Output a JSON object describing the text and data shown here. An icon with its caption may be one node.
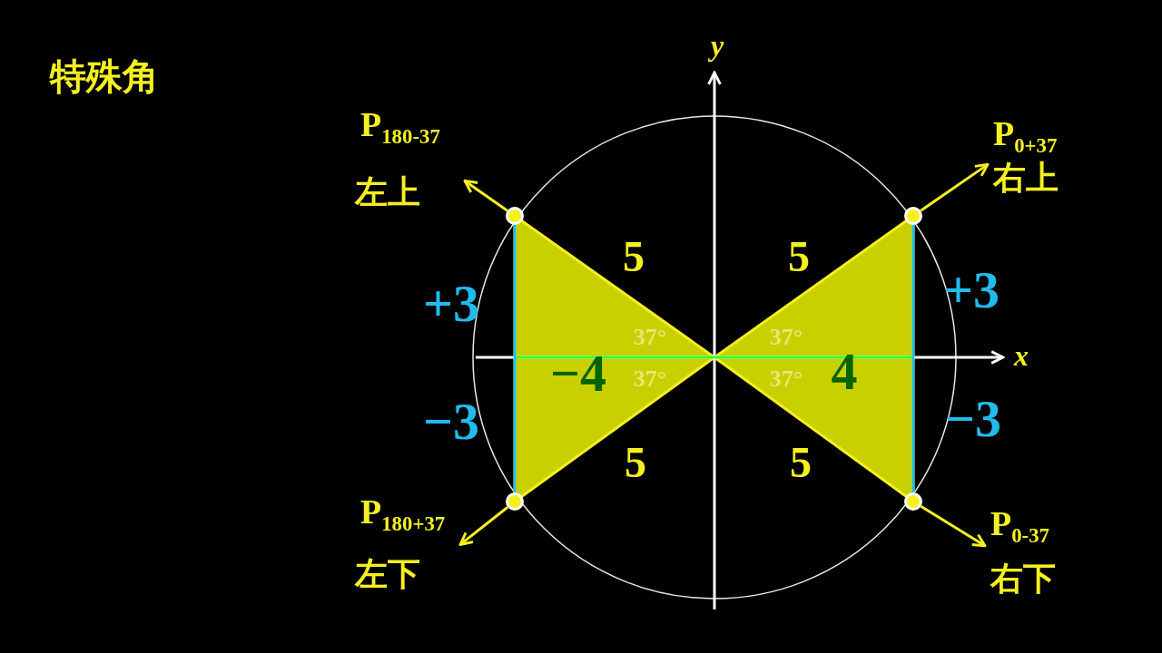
{
  "diagram": {
    "title": "特殊角",
    "nodes": [
      {
        "text": [
          "P$_{180-37}$",
          "左上"
        ]
      },
      {
        "text": [],
        "shape": "circle"
      },
      {
        "text": [
          "P$_{0+37}$",
          "右上"
        ]
      },
      {
        "text": [],
        "shape": "circle"
      },
      {
        "text": [
          "P$_{180+37}$",
          "左下"
        ]
      },
      {
        "text": [],
        "shape": "circle"
      },
      {
        "text": [
          "P$_{0-37}$",
          "右下"
        ]
      },
      {
        "text": [],
        "shape": "circle"
      }
    ],
    "edges": [
      {
        "from": 1,
        "to": 0,
        "arrow": "to"
      },
      {
        "from": 3,
        "to": 2,
        "arrow": "to"
      },
      {
        "from": 5,
        "to": 4,
        "arrow": "to"
      },
      {
        "from": 7,
        "to": 6,
        "arrow": "to"
      },
      {
        "from": 1,
        "to": 5,
        "arrow": "none",
        "color": "#22bbee"
      },
      {
        "from": 3,
        "to": 7,
        "arrow": "none",
        "color": "#22bbee"
      }
    ],
    "labels": [
      "y",
      "5",
      "5",
      "+3",
      "37°",
      "37°",
      "+3",
      "x",
      "−4",
      "4",
      "37°",
      "37°",
      "−3",
      "−3",
      "5",
      "5"
    ]
  }
}
